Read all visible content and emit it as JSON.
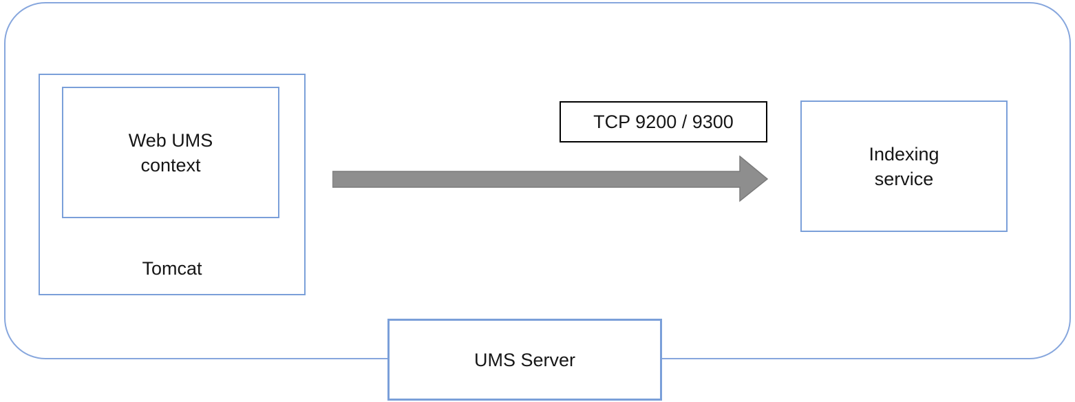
{
  "diagram": {
    "type": "architecture-diagram",
    "nodes": {
      "tomcat": {
        "label": "Tomcat"
      },
      "web_ums_context": {
        "lines": [
          "Web UMS",
          "context"
        ]
      },
      "indexing_service": {
        "lines": [
          "Indexing",
          "service"
        ]
      },
      "ums_server": {
        "label": "UMS Server"
      }
    },
    "edge": {
      "label": "TCP 9200 / 9300",
      "from": "Web UMS context (Tomcat)",
      "to": "Indexing service",
      "direction": "left-to-right"
    }
  },
  "colors": {
    "outer_border": "#86A6DD",
    "box_border": "#7A9FD9",
    "arrow_fill": "#8E8E8E",
    "arrow_stroke": "#7A7A7A",
    "label_border": "#000000"
  }
}
